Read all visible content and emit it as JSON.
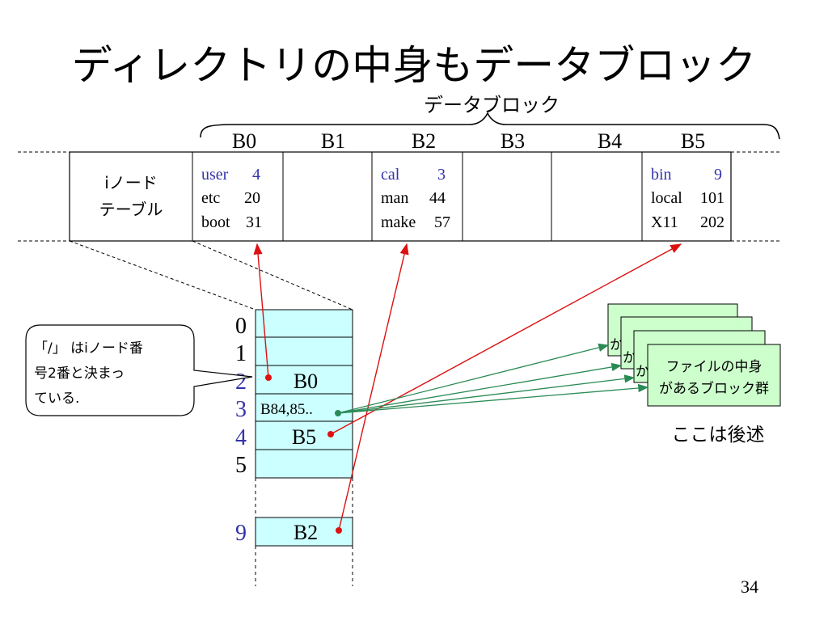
{
  "slide": {
    "title": "ディレクトリの中身もデータブロック",
    "page_number": "34"
  },
  "data_blocks": {
    "brace_label": "データブロック",
    "headers": [
      "B0",
      "B1",
      "B2",
      "B3",
      "B4",
      "B5"
    ],
    "inode_table_label": [
      "iノード",
      "テーブル"
    ],
    "cells": {
      "b0": [
        {
          "name": "user",
          "num": "4",
          "highlight": true
        },
        {
          "name": "etc",
          "num": "20",
          "highlight": false
        },
        {
          "name": "boot",
          "num": "31",
          "highlight": false
        }
      ],
      "b2": [
        {
          "name": "cal",
          "num": "3",
          "highlight": true
        },
        {
          "name": "man",
          "num": "44",
          "highlight": false
        },
        {
          "name": "make",
          "num": "57",
          "highlight": false
        }
      ],
      "b5": [
        {
          "name": "bin",
          "num": "9",
          "highlight": true
        },
        {
          "name": "local",
          "num": "101",
          "highlight": false
        },
        {
          "name": "X11",
          "num": "202",
          "highlight": false
        }
      ]
    }
  },
  "inode_table": {
    "row_numbers": [
      "0",
      "1",
      "2",
      "3",
      "4",
      "5",
      "9"
    ],
    "highlighted_rows": [
      "2",
      "4",
      "9"
    ],
    "entries": {
      "row2": "B0",
      "row3": "B84,85..",
      "row4": "B5",
      "row9": "B2"
    }
  },
  "callout": {
    "lines": [
      "「/」 はiノード番",
      "号2番と決まっ",
      "ている."
    ]
  },
  "file_blocks": {
    "card_text": [
      "ファイルの中身",
      "があるブロック群"
    ],
    "card_fragment": "か",
    "note": "ここは後述"
  },
  "colors": {
    "highlight_blue": "#3333aa",
    "arrow_red": "#dd1111",
    "arrow_green": "#2a8a55",
    "inode_fill": "#ccffff",
    "card_fill": "#ccffcc"
  }
}
